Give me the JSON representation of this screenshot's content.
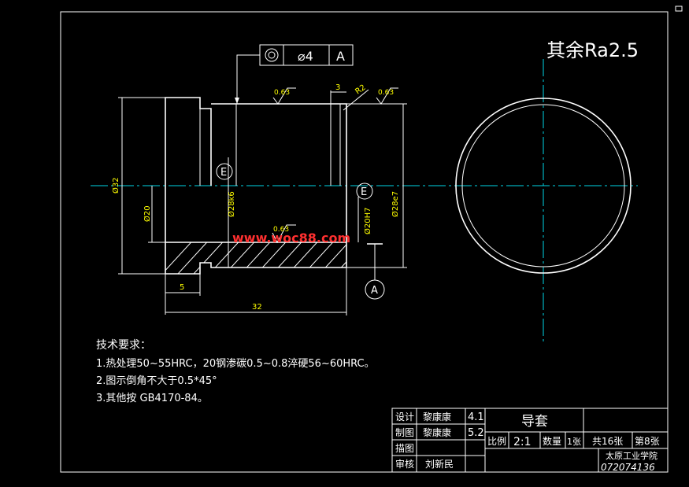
{
  "roughness_note": "其余Ra2.5",
  "tolerance_frame": {
    "symbol": "◎",
    "value": "⌀4",
    "datum": "A"
  },
  "roughness_marks": [
    "0.63",
    "0.63",
    "0.63"
  ],
  "dimensions": {
    "groove_width": "3",
    "groove_radius": "R2",
    "dia_outer": "Ø32",
    "dia_inner": "Ø20",
    "dia_bore": "Ø28k6",
    "dia_bore_h": "Ø20H7",
    "dia_right": "Ø28e7",
    "shoulder_len": "5",
    "total_len": "32"
  },
  "datum_markers": [
    "E",
    "E",
    "A"
  ],
  "watermark": "www.woc88.com",
  "tech_requirements": {
    "heading": "技术要求：",
    "items": [
      "1.热处理50~55HRC，20钢渗碳0.5~0.8淬硬56~60HRC。",
      "2.图示倒角不大于0.5*45°",
      "3.其他按 GB4170-84。"
    ]
  },
  "title_block": {
    "rows": [
      {
        "role": "设计",
        "name": "黎康康",
        "date": "4.1"
      },
      {
        "role": "制图",
        "name": "黎康康",
        "date": "5.2"
      },
      {
        "role": "描图",
        "name": "",
        "date": ""
      },
      {
        "role": "审核",
        "name": "刘新民",
        "date": ""
      }
    ],
    "part_name": "导套",
    "scale_label": "比例",
    "scale_value": "2:1",
    "qty_label": "数量",
    "qty_value": "1张",
    "total_sheets": "共16张",
    "sheet_no": "第8张",
    "school": "太原工业学院",
    "drawing_no": "072074136"
  },
  "colors": {
    "background": "#000000",
    "lines": "#ffffff",
    "centerline": "#00d6e6",
    "dimension_text": "#ffff00",
    "watermark": "#ff3030"
  }
}
